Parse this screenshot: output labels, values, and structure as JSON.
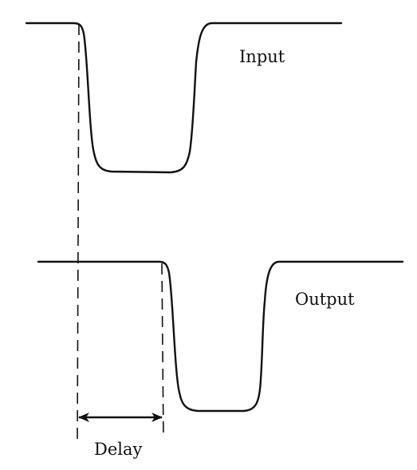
{
  "labels": {
    "input": "Input",
    "output": "Output",
    "delay": "Delay"
  },
  "colors": {
    "background": "#ffffff",
    "stroke": "#111111"
  }
}
